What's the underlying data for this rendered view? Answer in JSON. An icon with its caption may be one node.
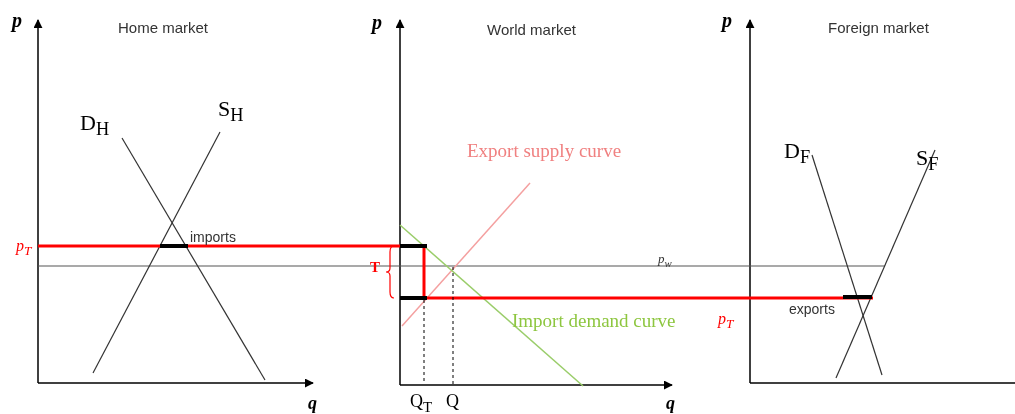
{
  "diagram": {
    "labels": [
      "p",
      "Home market",
      "p",
      "World market",
      "p",
      "Foreign market",
      "D$_{H}$",
      "S$_{H}$",
      "Export supply curve",
      "D$_{F}$",
      "S$_{F}$",
      "p$_{T}$",
      "imports",
      "T",
      "p$_{w}$",
      "Import demand curve",
      "p$_{T}$",
      "exports",
      "q",
      "Q$_{T}$",
      "Q",
      "q"
    ]
  }
}
